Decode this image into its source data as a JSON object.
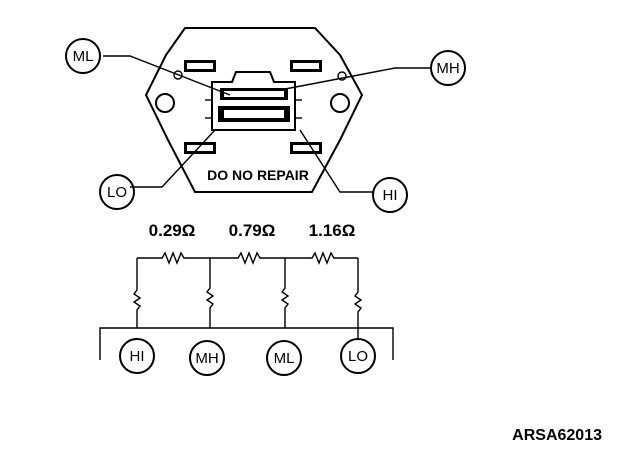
{
  "diagram": {
    "terminal_labels": {
      "ml": "ML",
      "mh": "MH",
      "lo": "LO",
      "hi": "HI"
    },
    "warning_text": "DO NO REPAIR",
    "resistor_values": [
      "0.29Ω",
      "0.79Ω",
      "1.16Ω"
    ],
    "bottom_terminals": [
      "HI",
      "MH",
      "ML",
      "LO"
    ],
    "figure_code": "ARSA62013"
  }
}
